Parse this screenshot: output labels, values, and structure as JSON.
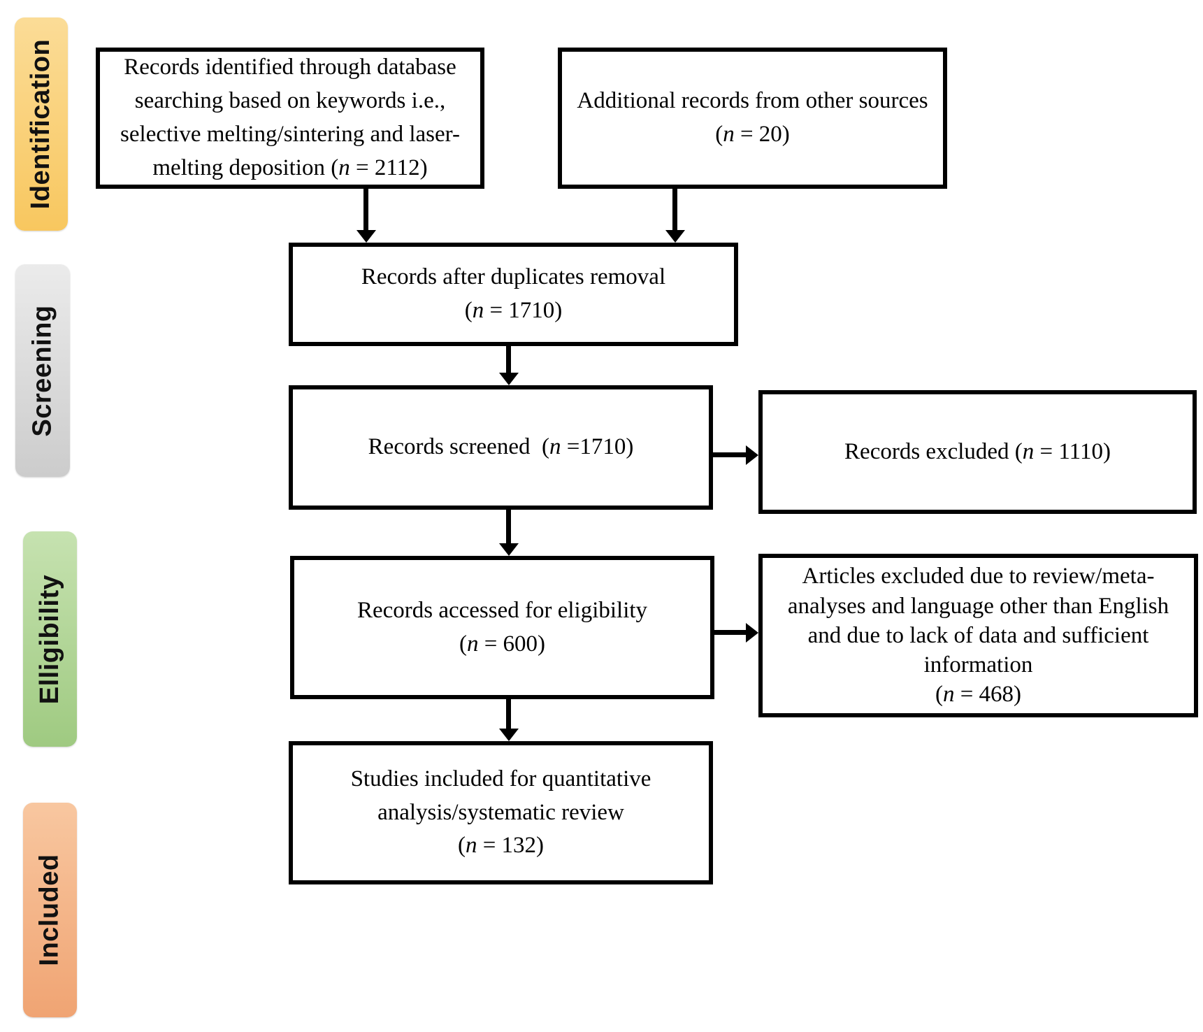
{
  "colors": {
    "background": "#ffffff",
    "box_fill": "#ffffff",
    "box_border": "#000000",
    "text": "#000000",
    "arrow": "#000000"
  },
  "sidebar": {
    "stages": [
      {
        "label": "Identification",
        "color_light": "#FBDC97",
        "color_dark": "#F8C75F",
        "text_color": "#111111"
      },
      {
        "label": "Screening",
        "color_light": "#EBEBEB",
        "color_dark": "#CCCCCC",
        "text_color": "#111111"
      },
      {
        "label": "Elligibility",
        "color_light": "#C6E2B0",
        "color_dark": "#9FCA81",
        "text_color": "#111111"
      },
      {
        "label": "Included",
        "color_light": "#F8C7A0",
        "color_dark": "#F0A473",
        "text_color": "#111111"
      }
    ]
  },
  "boxes": {
    "records_identified": {
      "n": 2112,
      "lines": [
        "Records identified through database",
        "searching based on keywords i.e.,",
        "selective melting/sintering and laser-",
        "melting deposition (n = 2112)"
      ]
    },
    "additional_records": {
      "n": 20,
      "lines": [
        "Additional records from other sources",
        "(n = 20)"
      ]
    },
    "duplicates_removed": {
      "n": 1710,
      "lines": [
        "Records after duplicates removal",
        "(n = 1710)"
      ]
    },
    "records_screened": {
      "n": 1710,
      "lines": [
        "Records screened  (n =1710)"
      ]
    },
    "records_excluded": {
      "n": 1110,
      "lines": [
        "Records excluded (n = 1110)"
      ]
    },
    "records_accessed": {
      "n": 600,
      "lines": [
        "Records accessed for eligibility",
        "(n = 600)"
      ]
    },
    "articles_excluded": {
      "n": 468,
      "lines": [
        "Articles excluded due to review/meta-",
        "analyses and language other than English",
        "and due to lack of data and sufficient",
        "information",
        "(n = 468)"
      ]
    },
    "studies_included": {
      "n": 132,
      "lines": [
        "Studies included for quantitative",
        "analysis/systematic review",
        "(n = 132)"
      ]
    }
  }
}
